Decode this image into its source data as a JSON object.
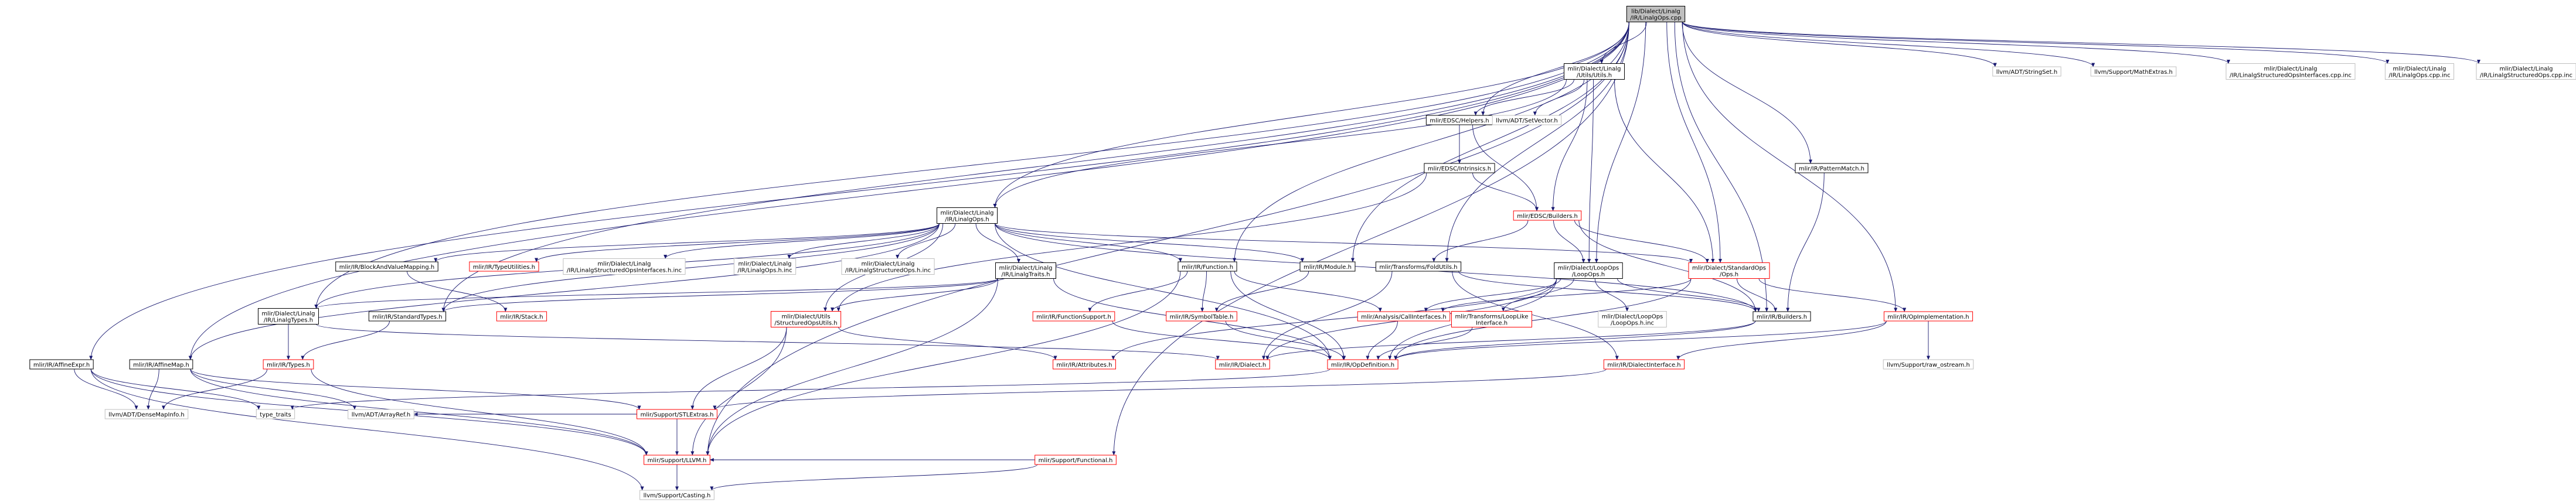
{
  "graph": {
    "colors": {
      "edge": "#191970",
      "border_black": "#000000",
      "border_red": "#ff0000",
      "border_gray": "#bfbfbf",
      "fill_root": "#bfbfbf",
      "fill_white": "#ffffff",
      "text": "#000000"
    },
    "nodes": [
      {
        "id": "root",
        "lines": [
          "lib/Dialect/Linalg",
          "/IR/LinalgOps.cpp"
        ],
        "style": "root"
      },
      {
        "id": "utils",
        "lines": [
          "mlir/Dialect/Linalg",
          "/Utils/Utils.h"
        ],
        "style": "black"
      },
      {
        "id": "strset",
        "lines": [
          "llvm/ADT/StringSet.h"
        ],
        "style": "gray"
      },
      {
        "id": "mathextras",
        "lines": [
          "llvm/Support/MathExtras.h"
        ],
        "style": "gray"
      },
      {
        "id": "lsoi_cpp",
        "lines": [
          "mlir/Dialect/Linalg",
          "/IR/LinalgStructuredOpsInterfaces.cpp.inc"
        ],
        "style": "gray"
      },
      {
        "id": "linalgops_cpp",
        "lines": [
          "mlir/Dialect/Linalg",
          "/IR/LinalgOps.cpp.inc"
        ],
        "style": "gray"
      },
      {
        "id": "lso_cpp",
        "lines": [
          "mlir/Dialect/Linalg",
          "/IR/LinalgStructuredOps.cpp.inc"
        ],
        "style": "gray"
      },
      {
        "id": "helpers",
        "lines": [
          "mlir/EDSC/Helpers.h"
        ],
        "style": "black"
      },
      {
        "id": "setvector",
        "lines": [
          "llvm/ADT/SetVector.h"
        ],
        "style": "gray"
      },
      {
        "id": "patternmatch",
        "lines": [
          "mlir/IR/PatternMatch.h"
        ],
        "style": "black"
      },
      {
        "id": "intrinsics",
        "lines": [
          "mlir/EDSC/Intrinsics.h"
        ],
        "style": "black"
      },
      {
        "id": "linalgops_h",
        "lines": [
          "mlir/Dialect/Linalg",
          "/IR/LinalgOps.h"
        ],
        "style": "black"
      },
      {
        "id": "builders_edsc",
        "lines": [
          "mlir/EDSC/Builders.h"
        ],
        "style": "red"
      },
      {
        "id": "blockmap",
        "lines": [
          "mlir/IR/BlockAndValueMapping.h"
        ],
        "style": "black"
      },
      {
        "id": "typeutil",
        "lines": [
          "mlir/IR/TypeUtilities.h"
        ],
        "style": "red"
      },
      {
        "id": "lsoi_h",
        "lines": [
          "mlir/Dialect/Linalg",
          "/IR/LinalgStructuredOpsInterfaces.h.inc"
        ],
        "style": "gray"
      },
      {
        "id": "linalgops_hinc",
        "lines": [
          "mlir/Dialect/Linalg",
          "/IR/LinalgOps.h.inc"
        ],
        "style": "gray"
      },
      {
        "id": "lso_hinc",
        "lines": [
          "mlir/Dialect/Linalg",
          "/IR/LinalgStructuredOps.h.inc"
        ],
        "style": "gray"
      },
      {
        "id": "traits",
        "lines": [
          "mlir/Dialect/Linalg",
          "/IR/LinalgTraits.h"
        ],
        "style": "black"
      },
      {
        "id": "function",
        "lines": [
          "mlir/IR/Function.h"
        ],
        "style": "black"
      },
      {
        "id": "module",
        "lines": [
          "mlir/IR/Module.h"
        ],
        "style": "black"
      },
      {
        "id": "foldutils",
        "lines": [
          "mlir/Transforms/FoldUtils.h"
        ],
        "style": "black"
      },
      {
        "id": "loopops",
        "lines": [
          "mlir/Dialect/LoopOps",
          "/LoopOps.h"
        ],
        "style": "black"
      },
      {
        "id": "stdops",
        "lines": [
          "mlir/Dialect/StandardOps",
          "/Ops.h"
        ],
        "style": "red"
      },
      {
        "id": "linalgtypes",
        "lines": [
          "mlir/Dialect/Linalg",
          "/IR/LinalgTypes.h"
        ],
        "style": "black"
      },
      {
        "id": "stdtypes",
        "lines": [
          "mlir/IR/StandardTypes.h"
        ],
        "style": "black"
      },
      {
        "id": "stack",
        "lines": [
          "mlir/IR/Stack.h"
        ],
        "style": "red"
      },
      {
        "id": "sopsutils",
        "lines": [
          "mlir/Dialect/Utils",
          "/StructuredOpsUtils.h"
        ],
        "style": "red"
      },
      {
        "id": "funcsupport",
        "lines": [
          "mlir/IR/FunctionSupport.h"
        ],
        "style": "red"
      },
      {
        "id": "symtable",
        "lines": [
          "mlir/IR/SymbolTable.h"
        ],
        "style": "red"
      },
      {
        "id": "callif",
        "lines": [
          "mlir/Analysis/CallInterfaces.h"
        ],
        "style": "red"
      },
      {
        "id": "looplike",
        "lines": [
          "mlir/Transforms/LoopLike",
          "Interface.h"
        ],
        "style": "red"
      },
      {
        "id": "loopops_hinc",
        "lines": [
          "mlir/Dialect/LoopOps",
          "/LoopOps.h.inc"
        ],
        "style": "gray"
      },
      {
        "id": "irbuilders",
        "lines": [
          "mlir/IR/Builders.h"
        ],
        "style": "black"
      },
      {
        "id": "opimpl",
        "lines": [
          "mlir/IR/OpImplementation.h"
        ],
        "style": "red"
      },
      {
        "id": "affineexpr",
        "lines": [
          "mlir/IR/AffineExpr.h"
        ],
        "style": "black"
      },
      {
        "id": "affinemap",
        "lines": [
          "mlir/IR/AffineMap.h"
        ],
        "style": "black"
      },
      {
        "id": "irtypes",
        "lines": [
          "mlir/IR/Types.h"
        ],
        "style": "red"
      },
      {
        "id": "attributes",
        "lines": [
          "mlir/IR/Attributes.h"
        ],
        "style": "red"
      },
      {
        "id": "dialect",
        "lines": [
          "mlir/IR/Dialect.h"
        ],
        "style": "red"
      },
      {
        "id": "opdef",
        "lines": [
          "mlir/IR/OpDefinition.h"
        ],
        "style": "red"
      },
      {
        "id": "dialectif",
        "lines": [
          "mlir/IR/DialectInterface.h"
        ],
        "style": "red"
      },
      {
        "id": "raw_ostream",
        "lines": [
          "llvm/Support/raw_ostream.h"
        ],
        "style": "gray"
      },
      {
        "id": "densemapinfo",
        "lines": [
          "llvm/ADT/DenseMapInfo.h"
        ],
        "style": "gray"
      },
      {
        "id": "type_traits",
        "lines": [
          "type_traits"
        ],
        "style": "gray"
      },
      {
        "id": "arrayref",
        "lines": [
          "llvm/ADT/ArrayRef.h"
        ],
        "style": "gray"
      },
      {
        "id": "stlextras",
        "lines": [
          "mlir/Support/STLExtras.h"
        ],
        "style": "red"
      },
      {
        "id": "functional",
        "lines": [
          "mlir/Support/Functional.h"
        ],
        "style": "red"
      },
      {
        "id": "supportllvm",
        "lines": [
          "mlir/Support/LLVM.h"
        ],
        "style": "red"
      },
      {
        "id": "casting",
        "lines": [
          "llvm/Support/Casting.h"
        ],
        "style": "gray"
      }
    ]
  }
}
